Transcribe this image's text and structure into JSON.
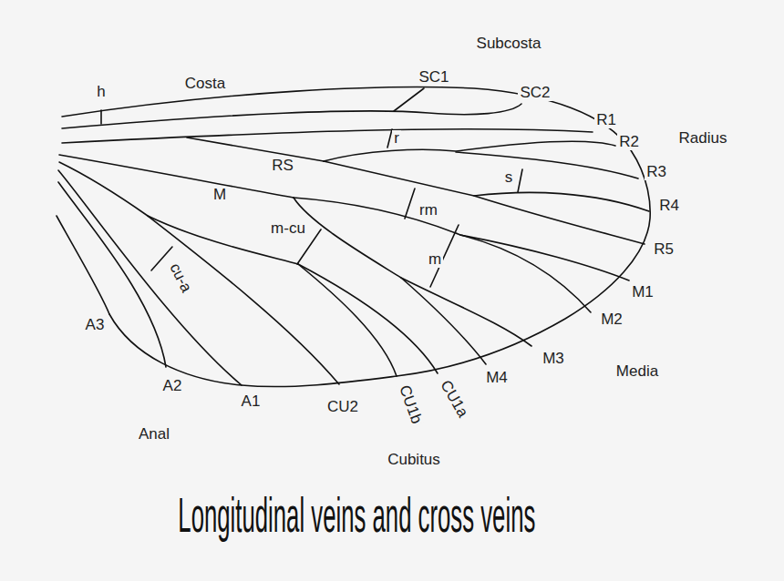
{
  "diagram": {
    "title": "Longitudinal veins and cross veins",
    "labels": [
      "Subcosta",
      "h",
      "Costa",
      "SC1",
      "SC2",
      "R1",
      "R2",
      "Radius",
      "r",
      "RS",
      "R3",
      "s",
      "R4",
      "M",
      "m-cu",
      "rm",
      "R5",
      "m",
      "cu-a",
      "M1",
      "M2",
      "A3",
      "M3",
      "Media",
      "A2",
      "A1",
      "CU2",
      "CU1b",
      "CU1a",
      "M4",
      "Anal",
      "Cubitus"
    ]
  }
}
